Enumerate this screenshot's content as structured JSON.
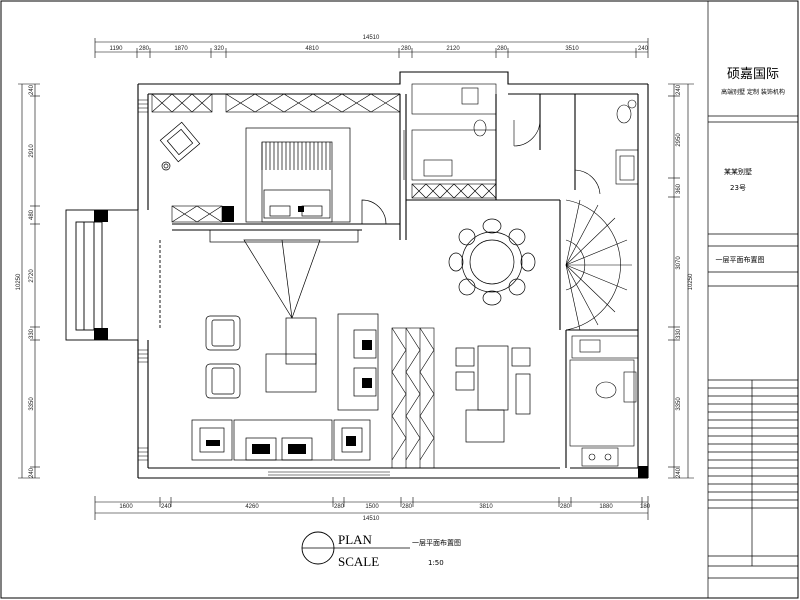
{
  "drawing": {
    "total_width_label": "14510",
    "total_height_label": "10250",
    "top_dims": [
      "1190",
      "280",
      "1870",
      "320",
      "4810",
      "280",
      "2120",
      "280",
      "3510",
      "240"
    ],
    "bottom_dims": [
      "1600",
      "240",
      "4260",
      "280",
      "1500",
      "280",
      "3810",
      "280",
      "1880",
      "180"
    ],
    "left_dims": [
      "240",
      "2910",
      "480",
      "2720",
      "330",
      "3350",
      "240"
    ],
    "right_dims": [
      "240",
      "2950",
      "360",
      "3070",
      "330",
      "3350",
      "240"
    ]
  },
  "legend": {
    "plan_word": "PLAN",
    "scale_word": "SCALE",
    "plan_title": "一层平面布置图",
    "scale_value": "1:50"
  },
  "title_block": {
    "company_cn": "硕嘉国际",
    "company_sub": "高端别墅 定制 装饰机构",
    "project_name": "某某别墅",
    "project_no": "23号",
    "drawing_name": "一层平面布置图"
  },
  "colors": {
    "line": "#000000",
    "fill_black": "#000000",
    "hatch": "#333333"
  }
}
